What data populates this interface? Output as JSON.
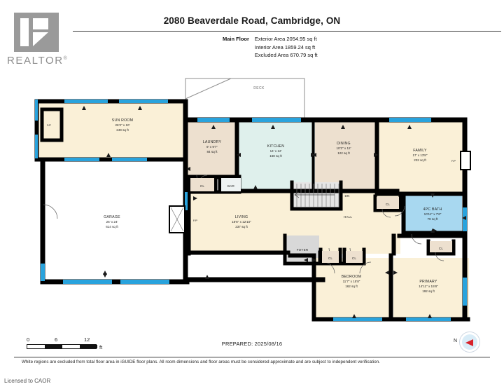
{
  "brand": {
    "logo_text": "REALTOR",
    "logo_sup": "®",
    "logo_icon": "realtor-r-mark"
  },
  "header": {
    "title": "2080 Beaverdale Road, Cambridge, ON",
    "floor_label": "Main Floor",
    "areas": [
      "Exterior Area 2054.95 sq ft",
      "Interior Area 1859.24 sq ft",
      "Excluded Area 670.79 sq ft"
    ]
  },
  "plan": {
    "deck_label": "DECK",
    "rooms": [
      {
        "id": "sun-room",
        "name": "SUN ROOM",
        "dim": "26'2\" x 10'",
        "area": "249 sq ft"
      },
      {
        "id": "garage",
        "name": "GARAGE",
        "dim": "26' x 24'",
        "area": "614 sq ft"
      },
      {
        "id": "laundry",
        "name": "LAUNDRY",
        "dim": "9' x 9'7\"",
        "area": "84 sq ft"
      },
      {
        "id": "kitchen",
        "name": "KITCHEN",
        "dim": "14' x 12'",
        "area": "168 sq ft"
      },
      {
        "id": "dining",
        "name": "DINING",
        "dim": "10'2\" x 12'",
        "area": "122 sq ft"
      },
      {
        "id": "family",
        "name": "FAMILY",
        "dim": "17' x 13'8\"",
        "area": "232 sq ft"
      },
      {
        "id": "living",
        "name": "LIVING",
        "dim": "18'6\" x 12'10\"",
        "area": "237 sq ft"
      },
      {
        "id": "bath-4pc",
        "name": "4PC BATH",
        "dim": "10'11\" x 7'6\"",
        "area": "79 sq ft"
      },
      {
        "id": "bedroom",
        "name": "BEDROOM",
        "dim": "11'7\" x 15'8\"",
        "area": "162 sq ft"
      },
      {
        "id": "primary",
        "name": "PRIMARY",
        "dim": "14'11\" x 15'8\"",
        "area": "192 sq ft"
      }
    ],
    "small_labels": {
      "closet": "CL",
      "bar": "BAR",
      "foyer": "FOYER",
      "hall": "HALL",
      "stairs_down": "DN",
      "fireplace": "F/P"
    },
    "colors": {
      "wall": "#000000",
      "cream": "#faf0d7",
      "beige": "#ede0cf",
      "mint": "#dff0ec",
      "blue": "#a8d8f0",
      "window": "#29a3dd",
      "grey": "#d8d8d8",
      "white": "#ffffff"
    }
  },
  "footer": {
    "scale_ticks": [
      "0",
      "6",
      "12"
    ],
    "scale_unit": "ft",
    "prepared": "PREPARED: 2025/08/16",
    "compass_label": "N",
    "compass_icon": "compass-north-icon",
    "disclaimer": "White regions are excluded from total floor area in iGUIDE floor plans. All room dimensions and floor areas must be considered approximate and are subject to independent verification.",
    "licensed": "Licensed to CAOR"
  }
}
